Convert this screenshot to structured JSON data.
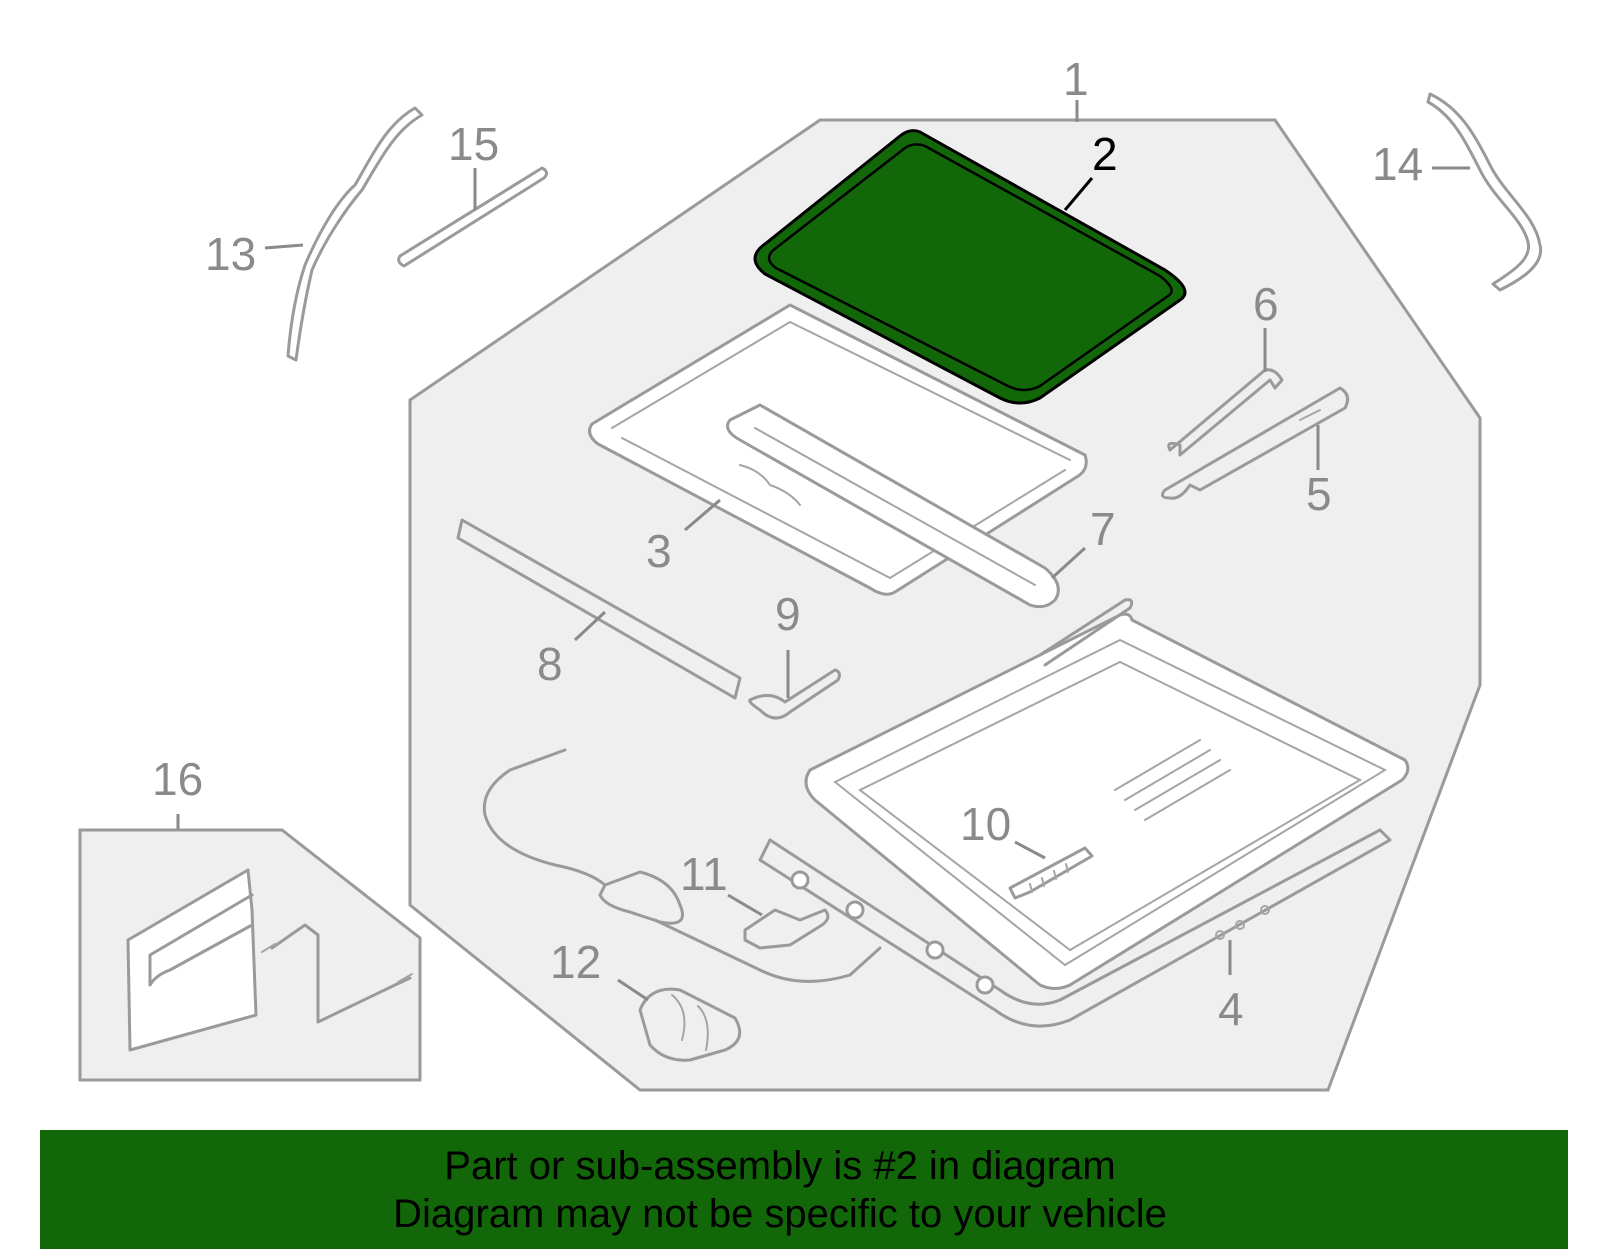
{
  "diagram": {
    "highlight_color": "#126808",
    "callouts": [
      {
        "id": "1",
        "label": "1"
      },
      {
        "id": "2",
        "label": "2"
      },
      {
        "id": "3",
        "label": "3"
      },
      {
        "id": "4",
        "label": "4"
      },
      {
        "id": "5",
        "label": "5"
      },
      {
        "id": "6",
        "label": "6"
      },
      {
        "id": "7",
        "label": "7"
      },
      {
        "id": "8",
        "label": "8"
      },
      {
        "id": "9",
        "label": "9"
      },
      {
        "id": "10",
        "label": "10"
      },
      {
        "id": "11",
        "label": "11"
      },
      {
        "id": "12",
        "label": "12"
      },
      {
        "id": "13",
        "label": "13"
      },
      {
        "id": "14",
        "label": "14"
      },
      {
        "id": "15",
        "label": "15"
      },
      {
        "id": "16",
        "label": "16"
      }
    ],
    "highlighted_part": "2"
  },
  "banner": {
    "background": "#126808",
    "line1": "Part or sub-assembly is #2 in diagram",
    "line2": "Diagram may not be specific to your vehicle"
  }
}
